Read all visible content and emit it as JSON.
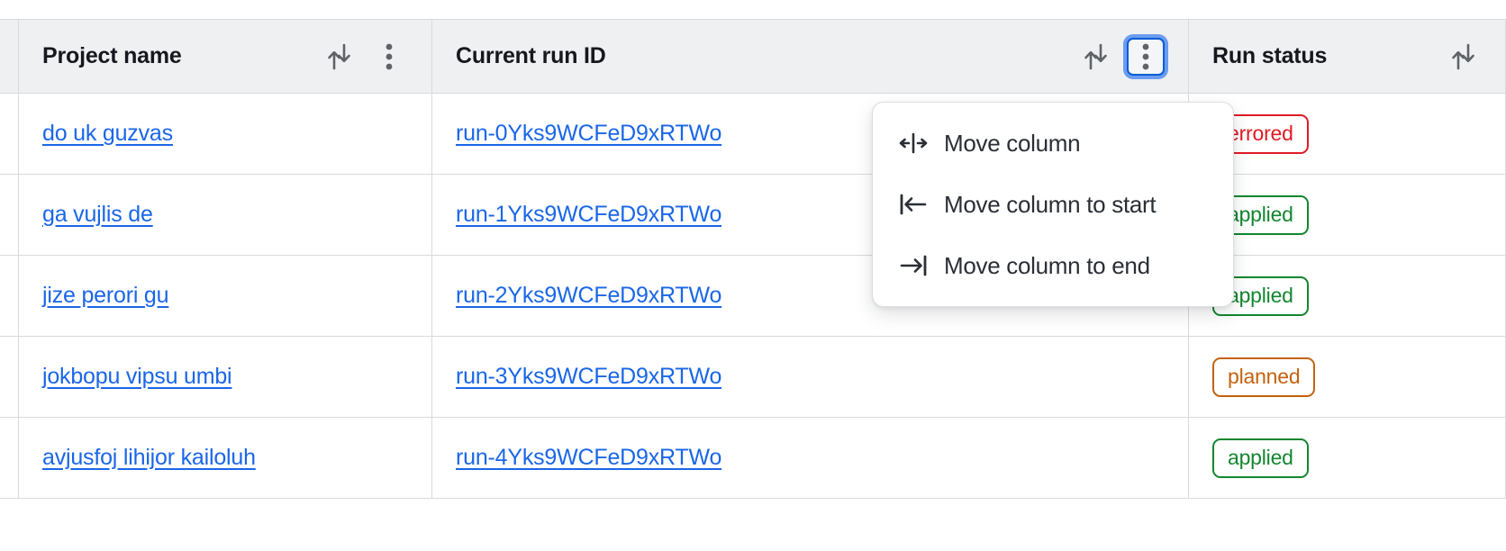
{
  "table": {
    "columns": [
      {
        "id": "project_name",
        "label": "Project name",
        "sort_icon": "sort-arrows-icon",
        "has_menu": true,
        "menu_focused": false
      },
      {
        "id": "current_run_id",
        "label": "Current run ID",
        "sort_icon": "sort-arrows-icon",
        "has_menu": true,
        "menu_focused": true
      },
      {
        "id": "run_status",
        "label": "Run status",
        "sort_icon": "sort-arrows-icon",
        "has_menu": false,
        "menu_focused": false
      }
    ],
    "rows": [
      {
        "project_name": "do uk guzvas",
        "current_run_id": "run-0Yks9WCFeD9xRTWo",
        "run_status": "errored"
      },
      {
        "project_name": "ga vujlis de",
        "current_run_id": "run-1Yks9WCFeD9xRTWo",
        "run_status": "applied"
      },
      {
        "project_name": "jize perori gu",
        "current_run_id": "run-2Yks9WCFeD9xRTWo",
        "run_status": "applied"
      },
      {
        "project_name": "jokbopu vipsu umbi",
        "current_run_id": "run-3Yks9WCFeD9xRTWo",
        "run_status": "planned"
      },
      {
        "project_name": "avjusfoj lihijor kailoluh",
        "current_run_id": "run-4Yks9WCFeD9xRTWo",
        "run_status": "applied"
      }
    ]
  },
  "column_menu": {
    "open_for_column": "Current run ID",
    "items": [
      {
        "icon": "move-column-icon",
        "label": "Move column"
      },
      {
        "icon": "move-column-to-start-icon",
        "label": "Move column to start"
      },
      {
        "icon": "move-column-to-end-icon",
        "label": "Move column to end"
      }
    ]
  },
  "colors": {
    "link": "#1a66e8",
    "header_bg": "#eff0f2",
    "border": "#d8dade",
    "focus_ring": "#6a9cf0",
    "focus_border": "#0b5cd5",
    "status_errored": "#e01b24",
    "status_applied": "#13862f",
    "status_planned": "#c4620f"
  }
}
